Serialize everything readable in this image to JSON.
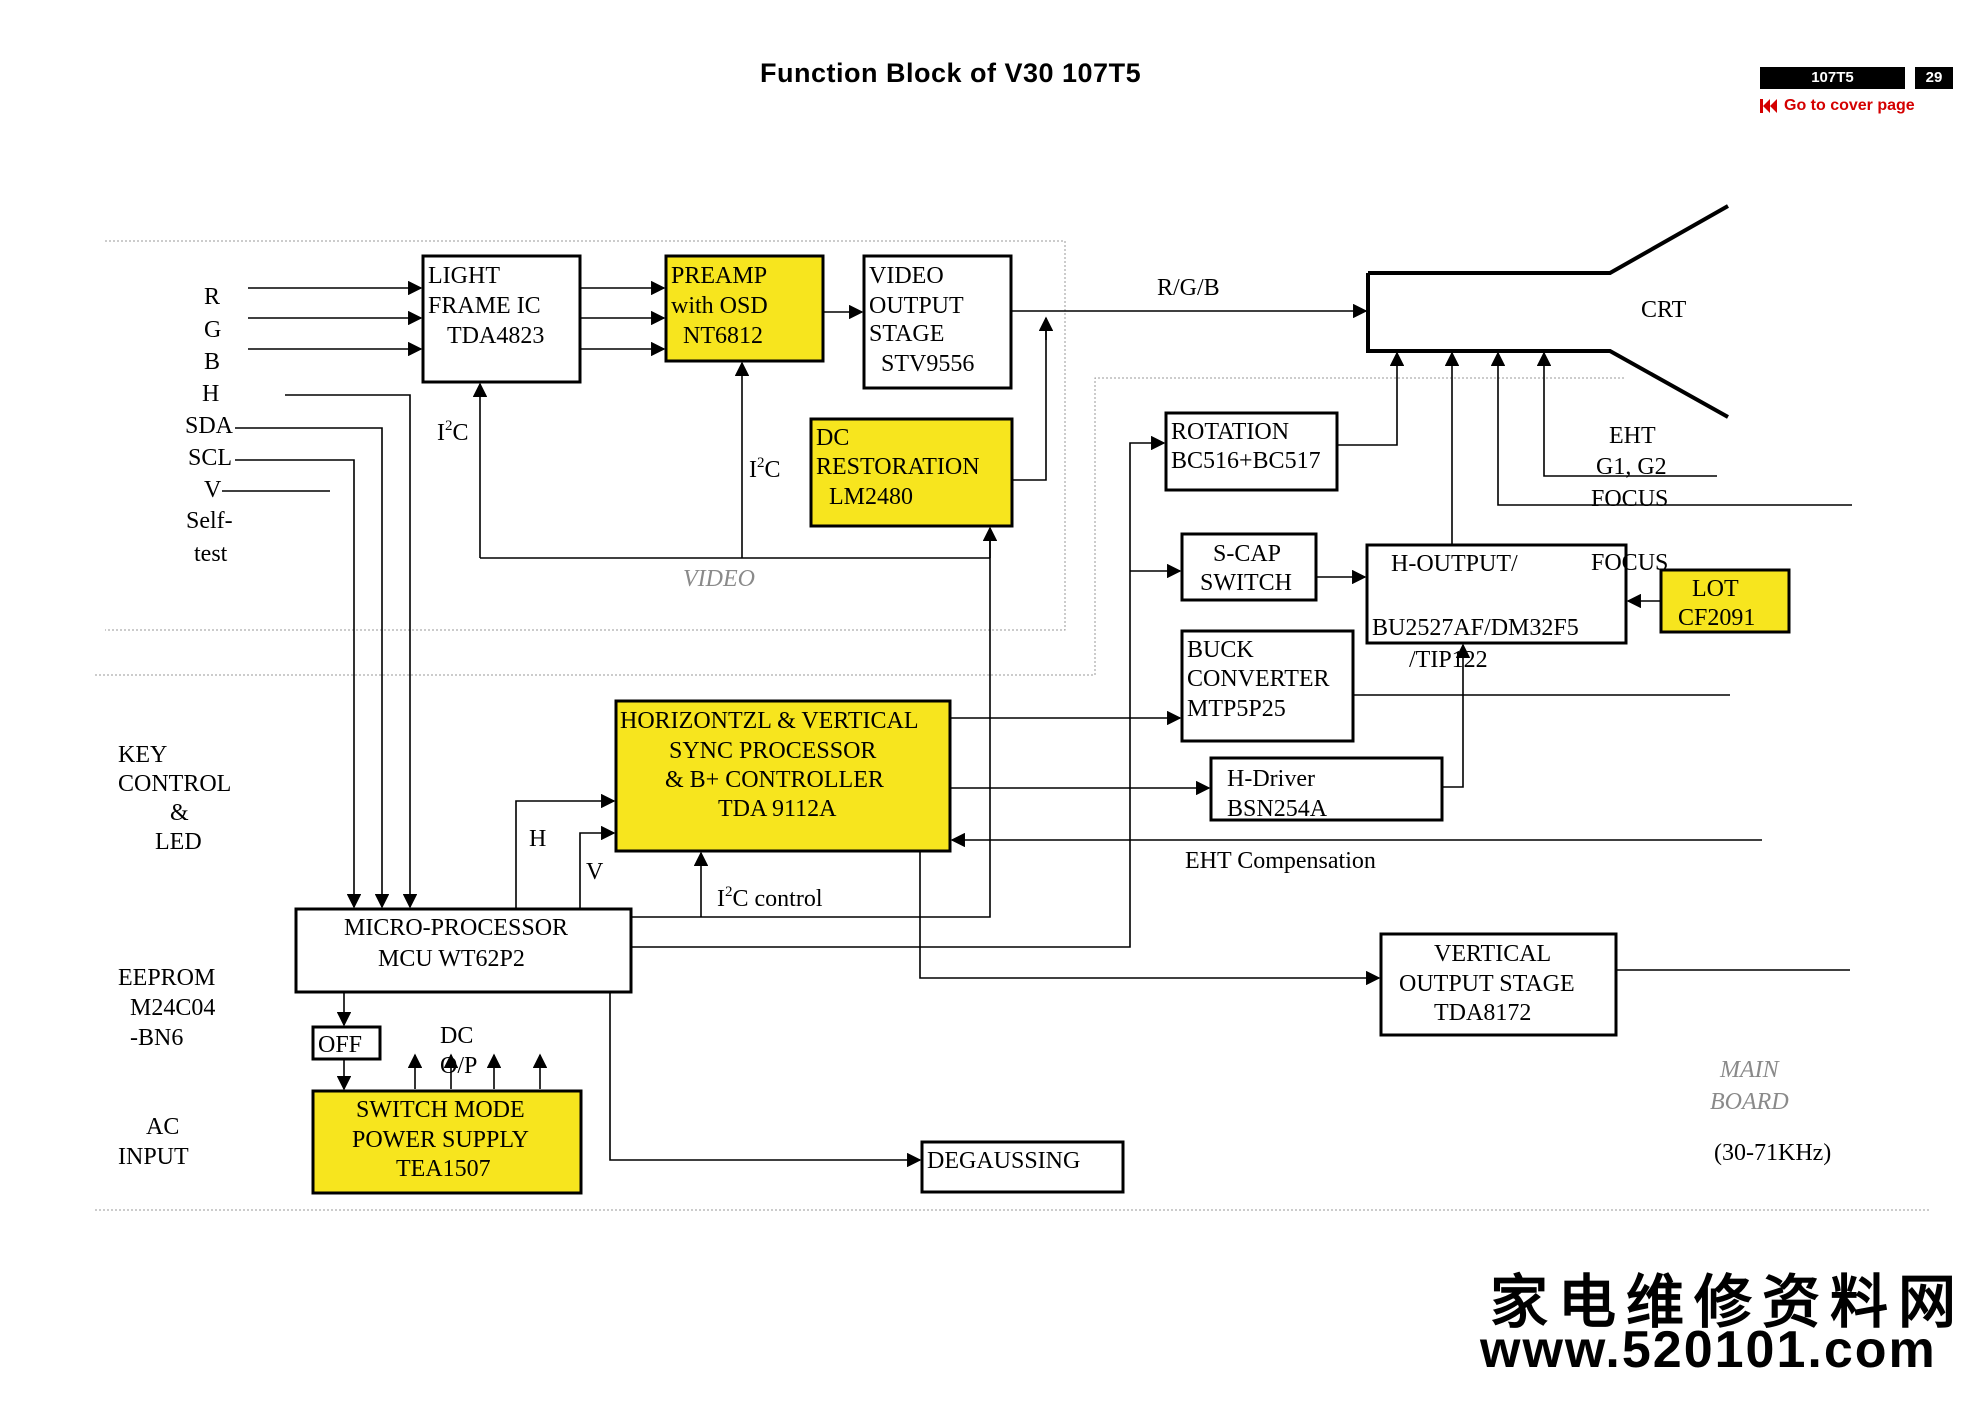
{
  "header": {
    "title": "Function Block of V30 107T5",
    "model_tag": "107T5",
    "page_number": "29",
    "goto_cover": "Go to cover page"
  },
  "inputs": [
    "R",
    "G",
    "B",
    "H",
    "SDA",
    "SCL",
    "V",
    "Self-",
    "test"
  ],
  "blocks": {
    "light_frame": [
      "LIGHT",
      "FRAME IC",
      "TDA4823"
    ],
    "preamp": [
      "PREAMP",
      "with OSD",
      "NT6812"
    ],
    "video_out": [
      "VIDEO",
      "OUTPUT",
      "STAGE",
      "STV9556"
    ],
    "dc_restoration": [
      "DC",
      "RESTORATION",
      "LM2480"
    ],
    "rotation": [
      "ROTATION",
      "BC516+BC517"
    ],
    "scap": [
      "S-CAP",
      "SWITCH"
    ],
    "h_output": [
      "H-OUTPUT/",
      "BU2527AF/DM32F5",
      "/TIP122"
    ],
    "lot": [
      "LOT",
      "CF2091"
    ],
    "buck": [
      "BUCK",
      "CONVERTER",
      "MTP5P25"
    ],
    "sync": [
      "HORIZONTZL & VERTICAL",
      "SYNC  PROCESSOR",
      "& B+ CONTROLLER",
      "TDA 9112A"
    ],
    "h_driver": [
      "H-Driver",
      "BSN254A"
    ],
    "mcu": [
      "MICRO-PROCESSOR",
      "MCU WT62P2"
    ],
    "vertical_out": [
      "VERTICAL",
      "OUTPUT  STAGE",
      "TDA8172"
    ],
    "smps": [
      "SWITCH MODE",
      "POWER SUPPLY",
      "TEA1507"
    ],
    "degaussing": [
      "DEGAUSSING"
    ],
    "off": [
      "OFF"
    ]
  },
  "labels": {
    "crt": "CRT",
    "rgb": "R/G/B",
    "i2c_a": "I",
    "i2c_b": "I",
    "i2c_sup": "2",
    "i2c_c": "C",
    "i2c_control": "C control",
    "video": "VIDEO",
    "eht": "EHT",
    "g1g2": "G1, G2",
    "focus1": "FOCUS",
    "focus2": "FOCUS",
    "key_control": [
      "KEY",
      "CONTROL",
      "&",
      "LED"
    ],
    "eeprom": [
      "EEPROM",
      "M24C04",
      "-BN6"
    ],
    "ac_input": [
      "AC",
      "INPUT"
    ],
    "h": "H",
    "v": "V",
    "dc_op": [
      "DC",
      "O/P"
    ],
    "eht_comp": "EHT Compensation",
    "main_board": [
      "MAIN",
      "BOARD"
    ],
    "freq": "(30-71KHz)"
  },
  "colors": {
    "highlight": "#f7e51e",
    "link_red": "#d40000",
    "dotted_gray": "#999999"
  },
  "watermark": {
    "chinese": "家电维修资料网",
    "url": "www.520101.com"
  }
}
